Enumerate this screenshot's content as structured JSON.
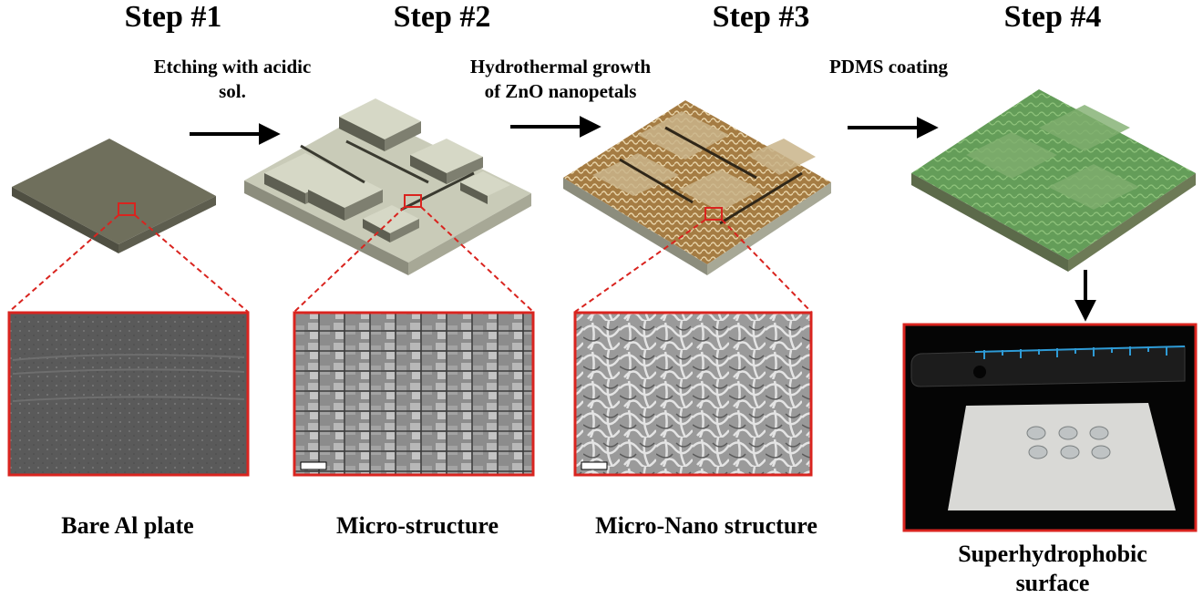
{
  "steps": [
    {
      "title": "Step #1",
      "caption": "Bare Al plate"
    },
    {
      "title": "Step #2",
      "caption": "Micro-structure"
    },
    {
      "title": "Step #3",
      "caption": "Micro-Nano structure"
    },
    {
      "title": "Step #4",
      "caption_line1": "Superhydrophobic",
      "caption_line2": "surface"
    }
  ],
  "processes": [
    {
      "line1": "Etching with acidic",
      "line2": "sol."
    },
    {
      "line1": "Hydrothermal growth",
      "line2": "of ZnO nanopetals"
    },
    {
      "line1": "PDMS coating"
    }
  ],
  "colors": {
    "al_top": "#6f6f5c",
    "al_side": "#4f4f42",
    "micro_top": "#c9cbb8",
    "zno": "#b98a4a",
    "pdms": "#6fbf5a",
    "zoom_box": "#d9241f"
  }
}
